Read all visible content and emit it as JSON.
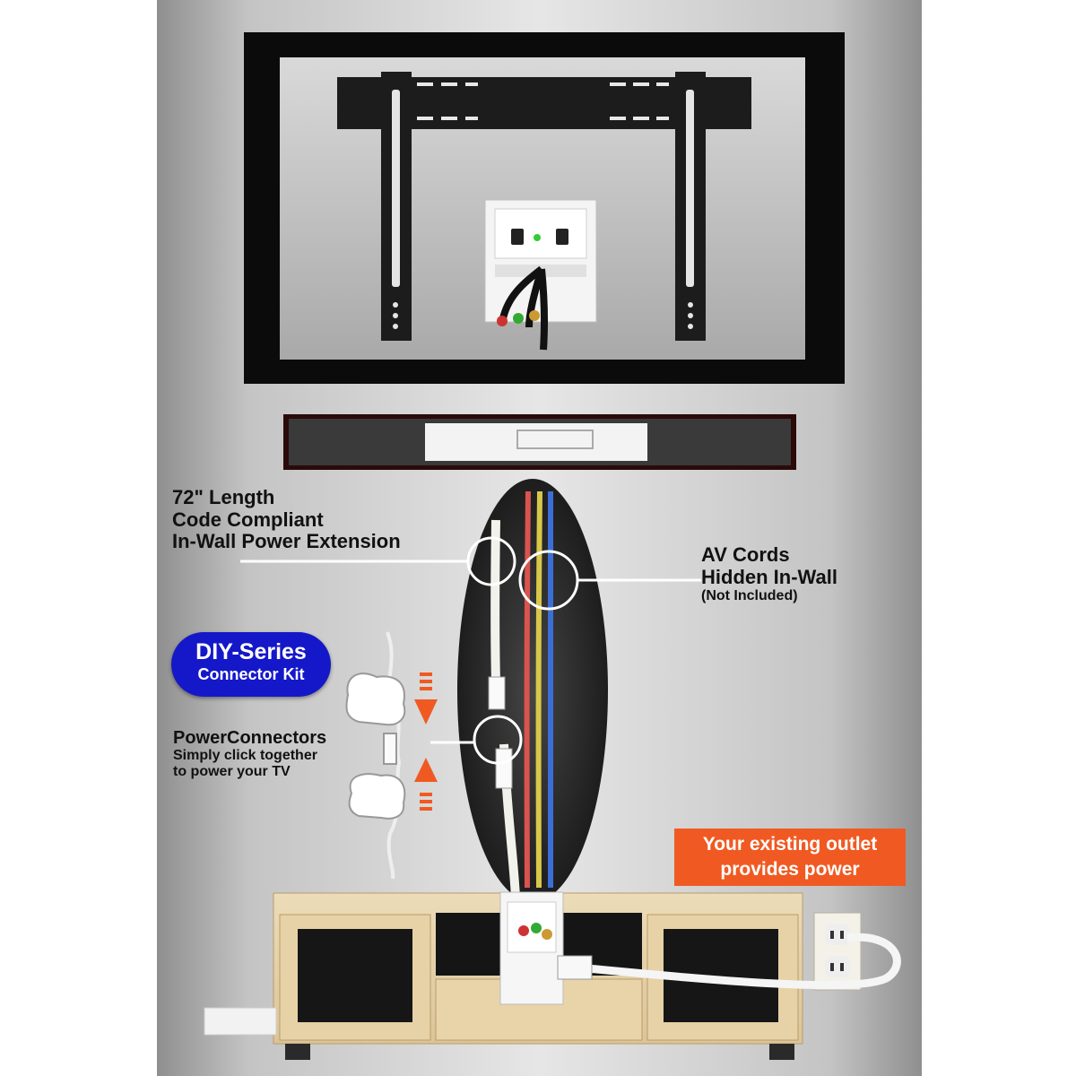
{
  "labels": {
    "extension_line1": "72\" Length",
    "extension_line2": "Code Compliant",
    "extension_line3": "In-Wall Power Extension",
    "av_line1": "AV Cords",
    "av_line2": "Hidden In-Wall",
    "av_line3": "(Not Included)",
    "connectors_title": "PowerConnectors",
    "connectors_line2": "Simply click together",
    "connectors_line3": "to power your TV"
  },
  "badge": {
    "line1": "DIY-Series",
    "line2": "Connector Kit"
  },
  "outlet_note": {
    "line1": "Your existing outlet",
    "line2": "provides power"
  },
  "colors": {
    "badge": "#1518c8",
    "outlet_note": "#f05a22",
    "cord_red": "#d9534f",
    "cord_yellow": "#d8c84a",
    "cord_blue": "#3b6fd6",
    "wall": "#c9c9c9"
  }
}
